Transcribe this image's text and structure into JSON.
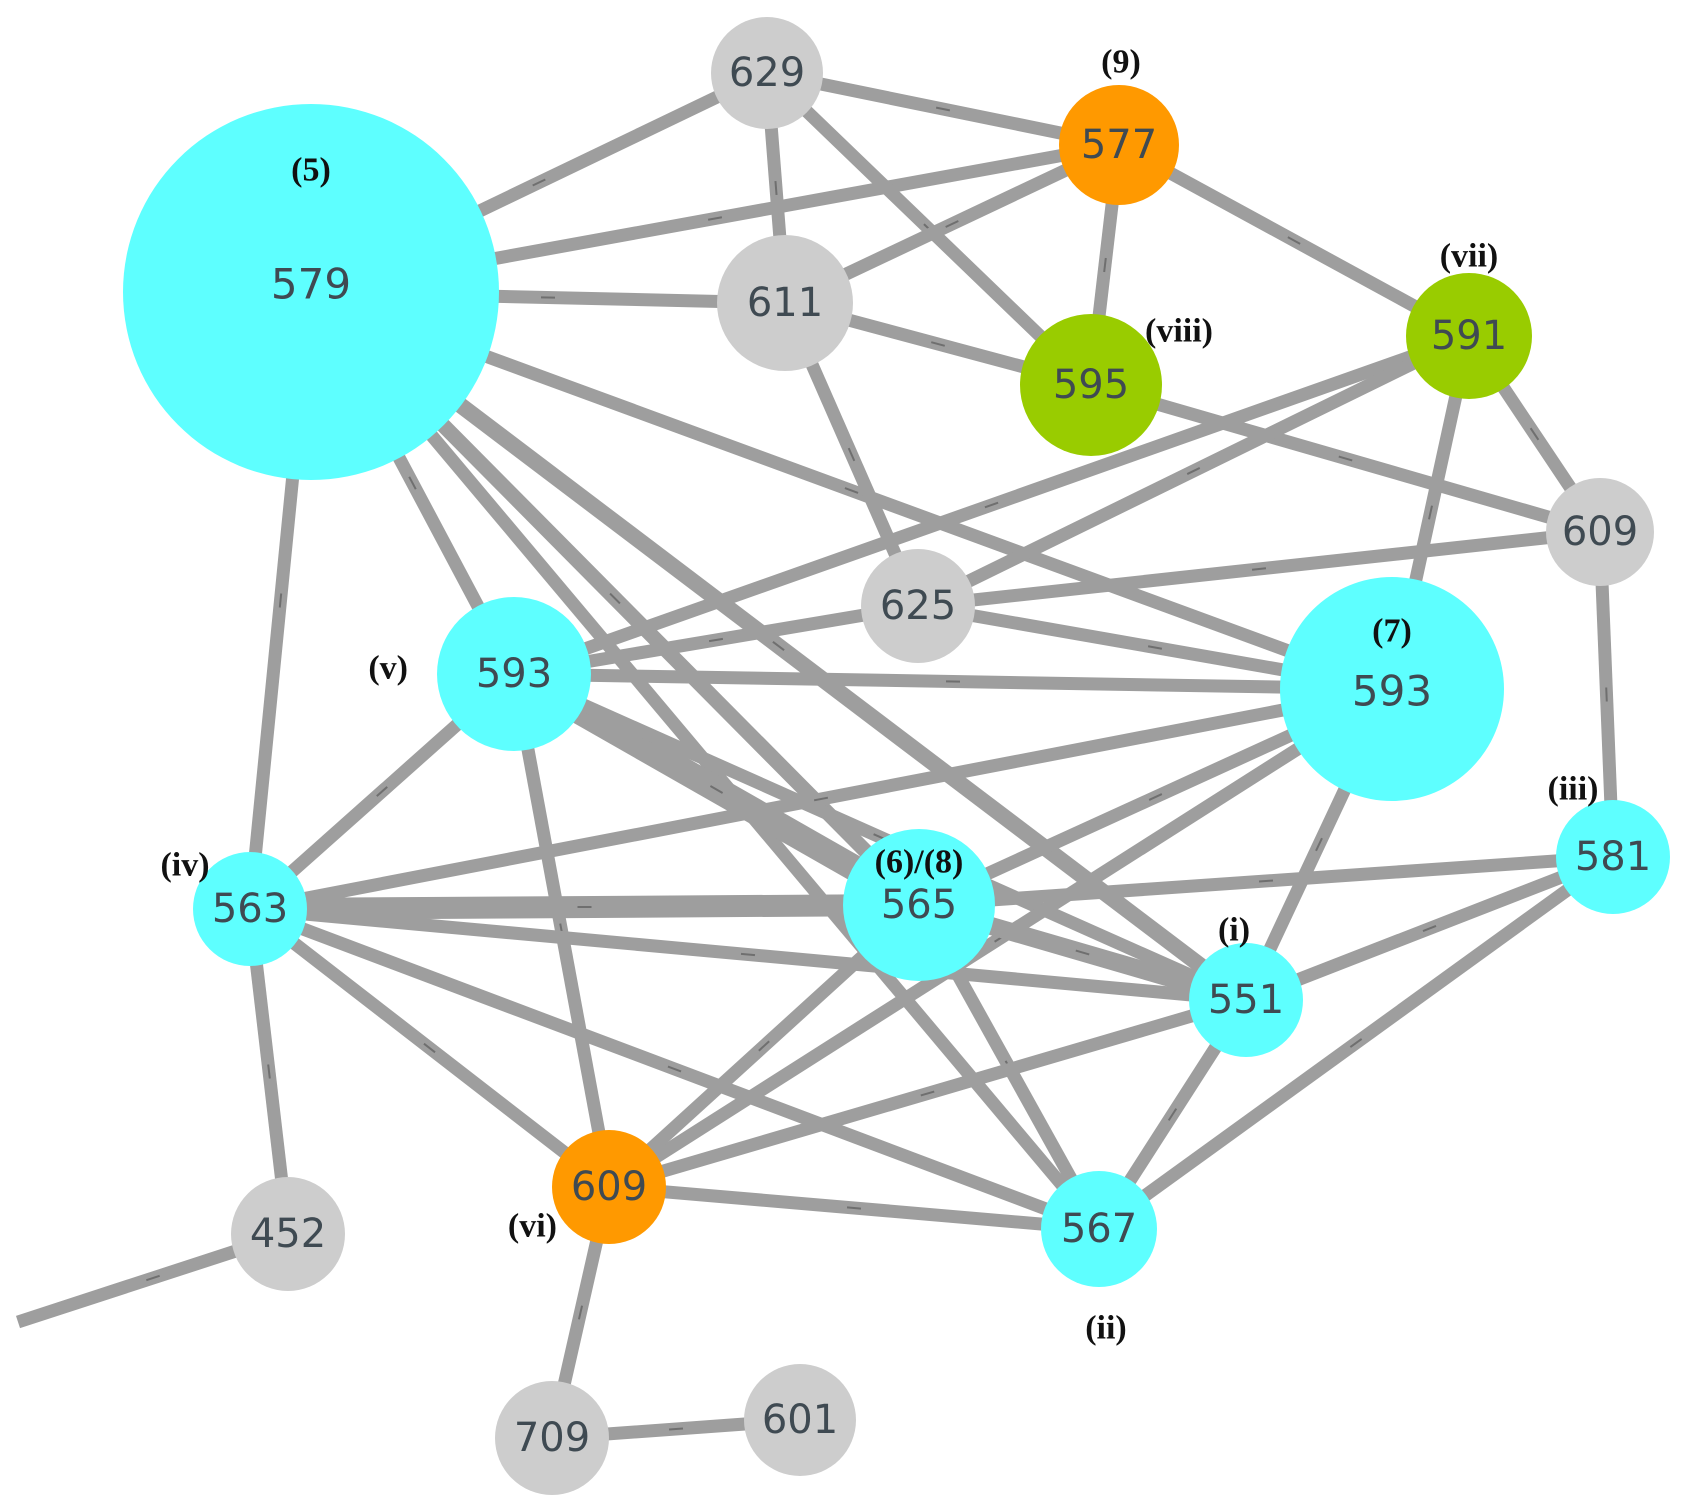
{
  "colors": {
    "cyan": "#5effff",
    "gray": "#cdcdcd",
    "orange": "#ff9900",
    "green": "#99cc00",
    "edge": "#9e9e9e"
  },
  "nodes": [
    {
      "id": "n579",
      "label": "579",
      "color": "cyan"
    },
    {
      "id": "n629",
      "label": "629",
      "color": "gray"
    },
    {
      "id": "n577",
      "label": "577",
      "color": "orange"
    },
    {
      "id": "n611",
      "label": "611",
      "color": "gray"
    },
    {
      "id": "n595",
      "label": "595",
      "color": "green"
    },
    {
      "id": "n591",
      "label": "591",
      "color": "green"
    },
    {
      "id": "n609a",
      "label": "609",
      "color": "gray"
    },
    {
      "id": "n625",
      "label": "625",
      "color": "gray"
    },
    {
      "id": "n593v",
      "label": "593",
      "color": "cyan"
    },
    {
      "id": "n593_7",
      "label": "593",
      "color": "cyan"
    },
    {
      "id": "n563",
      "label": "563",
      "color": "cyan"
    },
    {
      "id": "n565",
      "label": "565",
      "color": "cyan"
    },
    {
      "id": "n581",
      "label": "581",
      "color": "cyan"
    },
    {
      "id": "n551",
      "label": "551",
      "color": "cyan"
    },
    {
      "id": "n609b",
      "label": "609",
      "color": "orange"
    },
    {
      "id": "n567",
      "label": "567",
      "color": "cyan"
    },
    {
      "id": "n452",
      "label": "452",
      "color": "gray"
    },
    {
      "id": "n709",
      "label": "709",
      "color": "gray"
    },
    {
      "id": "n601",
      "label": "601",
      "color": "gray"
    }
  ],
  "edges": [
    [
      "n579",
      "n629"
    ],
    [
      "n579",
      "n577"
    ],
    [
      "n579",
      "n611"
    ],
    [
      "n579",
      "n593v"
    ],
    [
      "n579",
      "n563"
    ],
    [
      "n579",
      "n565"
    ],
    [
      "n579",
      "n551"
    ],
    [
      "n579",
      "n593_7"
    ],
    [
      "n579",
      "n567"
    ],
    [
      "n629",
      "n577"
    ],
    [
      "n629",
      "n611"
    ],
    [
      "n629",
      "n595"
    ],
    [
      "n577",
      "n595"
    ],
    [
      "n577",
      "n591"
    ],
    [
      "n577",
      "n611"
    ],
    [
      "n611",
      "n595"
    ],
    [
      "n611",
      "n625"
    ],
    [
      "n595",
      "n609a"
    ],
    [
      "n591",
      "n609a"
    ],
    [
      "n591",
      "n593v"
    ],
    [
      "n591",
      "n593_7"
    ],
    [
      "n591",
      "n625"
    ],
    [
      "n609a",
      "n625"
    ],
    [
      "n609a",
      "n581"
    ],
    [
      "n625",
      "n593v"
    ],
    [
      "n625",
      "n593_7"
    ],
    [
      "n593v",
      "n593_7"
    ],
    [
      "n593v",
      "n563"
    ],
    [
      "n593v",
      "n565"
    ],
    [
      "n593v",
      "n551"
    ],
    [
      "n593v",
      "n609b"
    ],
    [
      "n593_7",
      "n563"
    ],
    [
      "n593_7",
      "n565"
    ],
    [
      "n593_7",
      "n551"
    ],
    [
      "n593_7",
      "n609b"
    ],
    [
      "n563",
      "n565"
    ],
    [
      "n563",
      "n551"
    ],
    [
      "n563",
      "n609b"
    ],
    [
      "n563",
      "n567"
    ],
    [
      "n563",
      "n452"
    ],
    [
      "n565",
      "n581"
    ],
    [
      "n565",
      "n609b"
    ],
    [
      "n565",
      "n567"
    ],
    [
      "n565",
      "n551"
    ],
    [
      "n581",
      "n551"
    ],
    [
      "n581",
      "n567"
    ],
    [
      "n551",
      "n567"
    ],
    [
      "n551",
      "n609b"
    ],
    [
      "n609b",
      "n567"
    ],
    [
      "n609b",
      "n709"
    ],
    [
      "n709",
      "n601"
    ],
    [
      "n452",
      "edge_left"
    ]
  ],
  "annotations": [
    {
      "id": "a5",
      "text": "(5)"
    },
    {
      "id": "a9",
      "text": "(9)"
    },
    {
      "id": "avii",
      "text": "(vii)"
    },
    {
      "id": "aviii",
      "text": "(viii)"
    },
    {
      "id": "a7",
      "text": "(7)"
    },
    {
      "id": "av",
      "text": "(v)"
    },
    {
      "id": "aiii",
      "text": "(iii)"
    },
    {
      "id": "aiv",
      "text": "(iv)"
    },
    {
      "id": "a68",
      "text": "(6)/(8)"
    },
    {
      "id": "ai",
      "text": "(i)"
    },
    {
      "id": "avi",
      "text": "(vi)"
    },
    {
      "id": "aii",
      "text": "(ii)"
    }
  ]
}
